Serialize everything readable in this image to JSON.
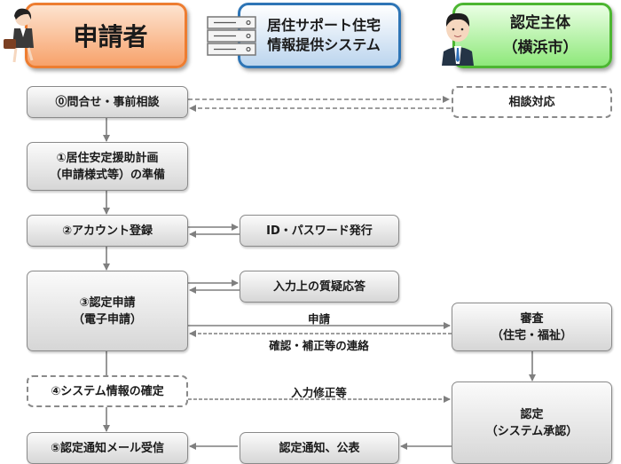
{
  "headers": {
    "applicant": "申請者",
    "system": [
      "居住サポート住宅",
      "情報提供システム"
    ],
    "authority": [
      "認定主体",
      "（横浜市）"
    ]
  },
  "steps": {
    "s0": [
      "⓪問合せ・事前相談"
    ],
    "s1": [
      "①居住安定援助計画",
      "（申請様式等）の準備"
    ],
    "s2": [
      "②アカウント登録"
    ],
    "s3": [
      "③認定申請",
      "（電子申請）"
    ],
    "s4": [
      "④システム情報の確定"
    ],
    "s5": [
      "⑤認定通知メール受信"
    ]
  },
  "system_boxes": {
    "id_issue": "ID・パスワード発行",
    "qa": "入力上の質疑応答",
    "notice": "認定通知、公表"
  },
  "authority_boxes": {
    "consult": "相談対応",
    "review": [
      "審査",
      "（住宅・福祉）"
    ],
    "approve": [
      "認定",
      "（システム承認）"
    ]
  },
  "arrow_labels": {
    "apply": "申請",
    "confirm": "確認・補正等の連絡",
    "fix": "入力修正等"
  },
  "colors": {
    "applicant_border": "#ed7d31",
    "system_border": "#2e75b6",
    "authority_border": "#4cb631",
    "line": "#7f7f7f"
  }
}
